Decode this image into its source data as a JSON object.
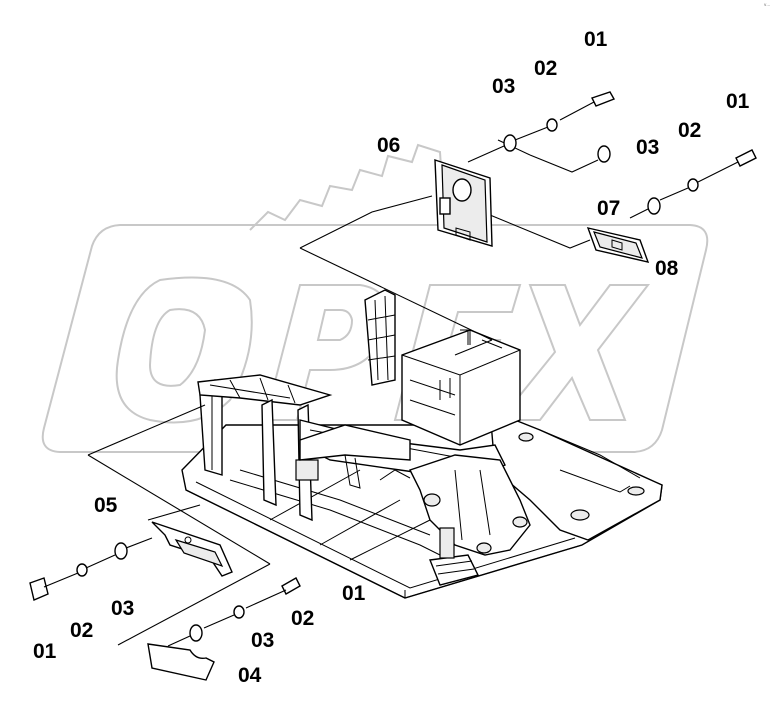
{
  "callouts": [
    {
      "id": "01"
    },
    {
      "id": "02"
    },
    {
      "id": "03"
    },
    {
      "id": "06"
    },
    {
      "id": "01"
    },
    {
      "id": "02"
    },
    {
      "id": "03"
    },
    {
      "id": "07"
    },
    {
      "id": "08"
    },
    {
      "id": "05"
    },
    {
      "id": "01"
    },
    {
      "id": "02"
    },
    {
      "id": "03"
    },
    {
      "id": "01"
    },
    {
      "id": "02"
    },
    {
      "id": "03"
    },
    {
      "id": "04"
    }
  ],
  "watermark": {
    "text": "OPEX"
  },
  "corner_mark": {
    "text": "v…"
  }
}
